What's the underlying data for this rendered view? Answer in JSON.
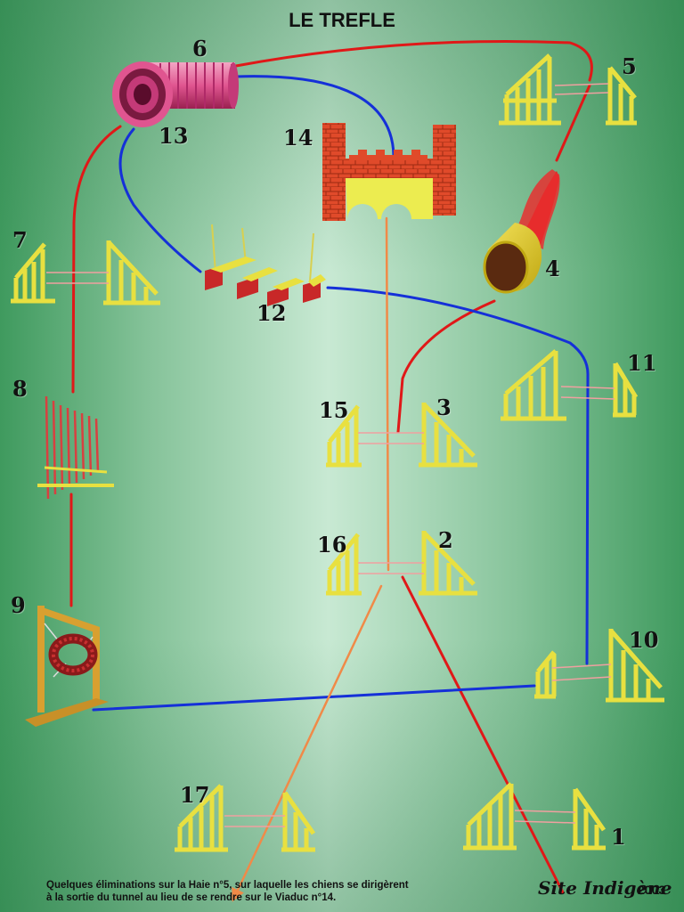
{
  "title": "LE TREFLE",
  "labels": {
    "n1": "1",
    "n2": "2",
    "n3": "3",
    "n4": "4",
    "n5": "5",
    "n6": "6",
    "n7": "7",
    "n8": "8",
    "n9": "9",
    "n10": "10",
    "n11": "11",
    "n12": "12",
    "n13": "13",
    "n14": "14",
    "n15": "15",
    "n16": "16",
    "n17": "17"
  },
  "caption": {
    "line1": "Quelques éliminations sur la Haie n°5, sur laquelle les chiens se dirigèrent",
    "line2": "à la sortie du tunnel au lieu de se rendre sur le Viaduc n°14."
  },
  "signature": {
    "text": "Site Indigène",
    "year": "2003"
  },
  "colors": {
    "red_path": "#e01818",
    "blue_path": "#1530d8",
    "orange_path": "#f08a48",
    "jump": "#e8e040",
    "tunnel": "#e05590",
    "brick": "#e04a2a"
  }
}
